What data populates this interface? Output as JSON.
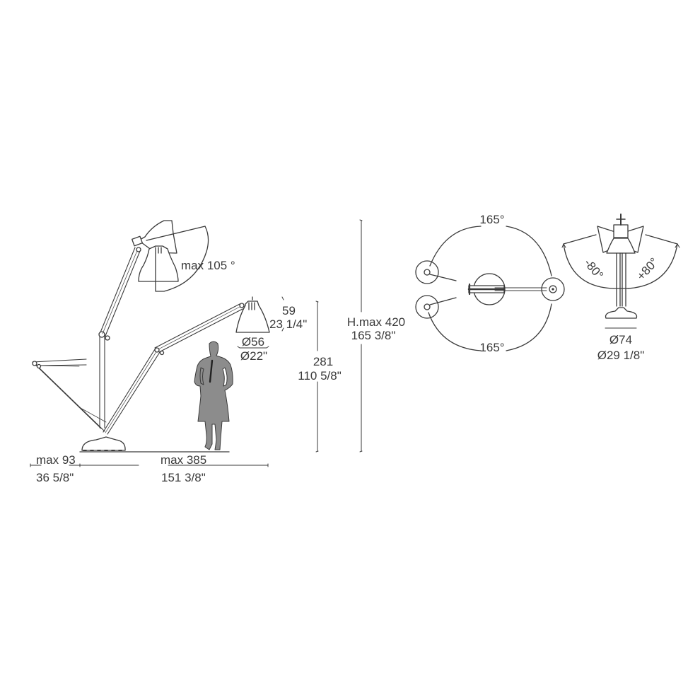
{
  "diagram": {
    "type": "technical-dimension-drawing",
    "subject": "articulated floor lamp",
    "colors": {
      "line": "#3a3a3a",
      "background": "#ffffff",
      "silhouette": "#8c8c8c"
    },
    "side_view": {
      "head_rotation": "max 105 °",
      "shade_height_cm": "59",
      "shade_height_in": "23 1/4\"",
      "shade_diameter_cm": "Ø56",
      "shade_diameter_in": "Ø22\"",
      "height_cm": "281",
      "height_in": "110 5/8\"",
      "max_height_cm": "H.max 420",
      "max_height_in": "165 3/8\"",
      "reach_back_cm": "max 93",
      "reach_back_in": "36 5/8\"",
      "reach_front_cm": "max 385",
      "reach_front_in": "151 3/8\""
    },
    "top_view": {
      "rotation_top": "165°",
      "rotation_bottom": "165°"
    },
    "front_view": {
      "tilt_left": "-80°",
      "tilt_right": "+80°",
      "base_diameter_cm": "Ø74",
      "base_diameter_in": "Ø29 1/8\""
    }
  }
}
